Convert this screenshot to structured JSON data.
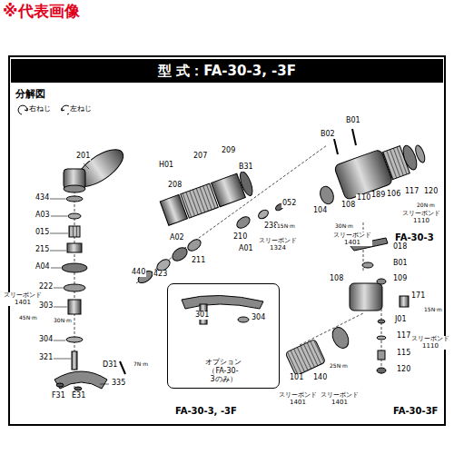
{
  "diagram": {
    "title": "型 式：FA-30-3, -3F",
    "nodes": [
      {
        "text": [
          "オプション （FA-30-3のみ）"
        ]
      }
    ],
    "labels": [
      "※代表画像",
      "分解図",
      "右ねじ",
      "左ねじ",
      "201",
      "434",
      "A03",
      "015",
      "215",
      "A04",
      "222",
      "スリーボンド 1401",
      "45N·m",
      "303",
      "30N·m",
      "304",
      "321",
      "F31",
      "E31",
      "D31",
      "7N·m",
      "335",
      "440",
      "423",
      "A02",
      "211",
      "H01",
      "208",
      "207",
      "209",
      "B31",
      "210",
      "A01",
      "238",
      "052",
      "15N·m",
      "スリーボンド 1324",
      "B02",
      "B01",
      "104",
      "108",
      "110",
      "189",
      "106",
      "117",
      "120",
      "20N·m",
      "スリーボンド 1110",
      "30N·m",
      "スリーボンド 1401",
      "FA-30-3",
      "018",
      "B01",
      "108",
      "109",
      "171",
      "15N·m",
      "J01",
      "117",
      "スリーボンド 1110",
      "115",
      "120",
      "25N·m",
      "101",
      "140",
      "スリーボンド 1401",
      "スリーボンド 1401",
      "FA-30-3F",
      "301",
      "304",
      "FA-30-3, -3F"
    ]
  }
}
